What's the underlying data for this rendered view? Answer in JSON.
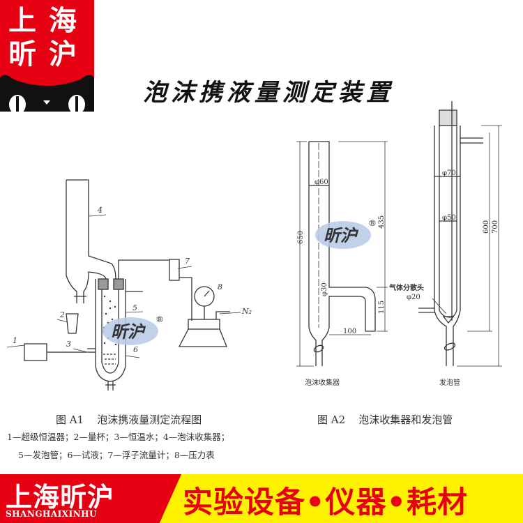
{
  "logo": {
    "chars": [
      "上",
      "海",
      "昕",
      "沪"
    ]
  },
  "title": "泡沫携液量测定装置",
  "figure_a1": {
    "labels": [
      "1",
      "2",
      "3",
      "4",
      "5",
      "6",
      "7",
      "8"
    ],
    "gas": "N₂",
    "caption": "图 A1    泡沫携液量测定流程图",
    "legend_line1": "1—超级恒温器；2—量杯；3—恒温水；4—泡沫收集器；",
    "legend_line2": "5—发泡管；6—试液；7—浮子流量计；8—压力表"
  },
  "figure_a2": {
    "collector": {
      "name": "泡沫收集器",
      "dims": [
        "650",
        "435",
        "115",
        "100",
        "φ60",
        "φ30"
      ]
    },
    "foam_tube": {
      "name": "发泡管",
      "dims": [
        "φ70",
        "φ50",
        "600",
        "700",
        "φ20"
      ],
      "disperser": "气体分散头"
    },
    "caption": "图 A2    泡沫收集器和发泡管"
  },
  "watermark": "昕沪",
  "watermark_mark": "®",
  "banner": {
    "brand": "上海昕沪",
    "brand_en": "SHANGHAIXINHU",
    "slogan": "实验设备•仪器•耗材"
  },
  "colors": {
    "red": "#e60012",
    "yellow": "#fff200"
  }
}
